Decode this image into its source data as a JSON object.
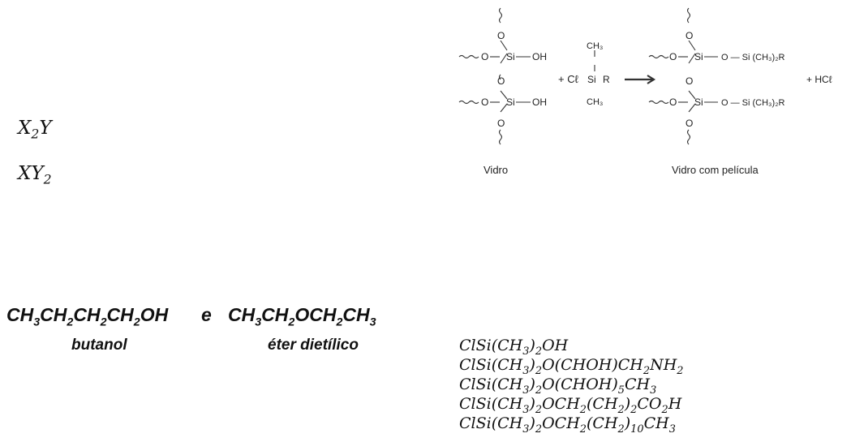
{
  "formulas": {
    "x2y": {
      "base1": "X",
      "sub1": "2",
      "base2": "Y"
    },
    "xy2": {
      "base1": "XY",
      "sub1": "2"
    }
  },
  "diagram": {
    "left_label": "Vidro",
    "right_label": "Vidro com película",
    "atoms": {
      "si": "Si",
      "o": "O",
      "oh": "OH",
      "r": "R",
      "ch3": "CH₃",
      "cl_reagent": "+ Cℓ",
      "dash": "—",
      "silyl_group": "O — Si (CH₃)₂R",
      "byproduct": "+ HCℓ"
    }
  },
  "compounds": {
    "butanol_formula": [
      "CH",
      "3",
      "CH",
      "2",
      "CH",
      "2",
      "CH",
      "2",
      "OH"
    ],
    "connector": "e",
    "ether_formula": [
      "CH",
      "3",
      "CH",
      "2",
      "OCH",
      "2",
      "CH",
      "3"
    ],
    "butanol_name": "butanol",
    "ether_name": "éter dietílico"
  },
  "options": [
    {
      "parts": [
        "ClSi(CH",
        "3",
        ")",
        "2",
        "OH"
      ]
    },
    {
      "parts": [
        "ClSi(CH",
        "3",
        ")",
        "2",
        "O(CHOH)CH",
        "2",
        "NH",
        "2"
      ]
    },
    {
      "parts": [
        "ClSi(CH",
        "3",
        ")",
        "2",
        "O(CHOH)",
        "5",
        "CH",
        "3"
      ]
    },
    {
      "parts": [
        "ClSi(CH",
        "3",
        ")",
        "2",
        "OCH",
        "2",
        "(CH",
        "2",
        ")",
        "2",
        "CO",
        "2",
        "H"
      ]
    },
    {
      "parts": [
        "ClSi(CH",
        "3",
        ")",
        "2",
        "OCH",
        "2",
        "(CH",
        "2",
        ")",
        "10",
        "CH",
        "3"
      ]
    }
  ]
}
